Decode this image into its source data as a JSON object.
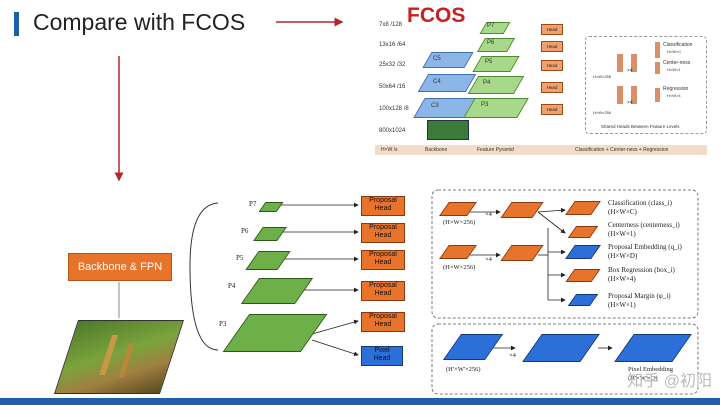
{
  "slide": {
    "title": "Compare with FCOS",
    "backbone_label": "Backbone & FPN",
    "watermark": "知乎 @初阳"
  },
  "fcos": {
    "logo": "FCOS",
    "levels": [
      "7x8 /128",
      "13x16 /64",
      "25x32 /32",
      "50x64 /16",
      "100x128 /8",
      "800x1024"
    ],
    "pyramid_labels": [
      "P7",
      "P6",
      "P5",
      "P4",
      "P3"
    ],
    "backbone_labels": [
      "C5",
      "C4",
      "C3"
    ],
    "head_label": "Head",
    "shared_heads_label": "Shared Heads Between Feature Levels",
    "classification": "Classification",
    "classification_dim": "H×W×C",
    "centerness": "Center-ness",
    "centerness_dim": "H×W×1",
    "regression": "Regression",
    "regression_dim": "H×W×4",
    "x4": "×4",
    "hw256": "H×W×256",
    "footer": [
      "H×W /s",
      "Backbone",
      "Feature Pyramid",
      "Classification + Center-ness + Regression"
    ]
  },
  "diagram": {
    "levels": [
      "P7",
      "P6",
      "P5",
      "P4",
      "P3"
    ],
    "proposal_head": [
      "Proposal",
      "Head"
    ],
    "pixel_head": [
      "Pixel",
      "Head"
    ],
    "hw256": "(H×W×256)",
    "hw256_prime": "(H'×W'×256)",
    "x4": "×4",
    "outputs": [
      {
        "name": "Classification (class_i)",
        "dim": "(H×W×C)"
      },
      {
        "name": "Centerness (centerness_i)",
        "dim": "(H×W×1)"
      },
      {
        "name": "Proposal Embedding (q_i)",
        "dim": "(H×W×D)"
      },
      {
        "name": "Box Regression (box_i)",
        "dim": "(H×W×4)"
      },
      {
        "name": "Proposal Margin (φ_i)",
        "dim": "(H×W×1)"
      },
      {
        "name": "Pixel Embedding",
        "dim": "(H'×W'×D)"
      }
    ]
  }
}
